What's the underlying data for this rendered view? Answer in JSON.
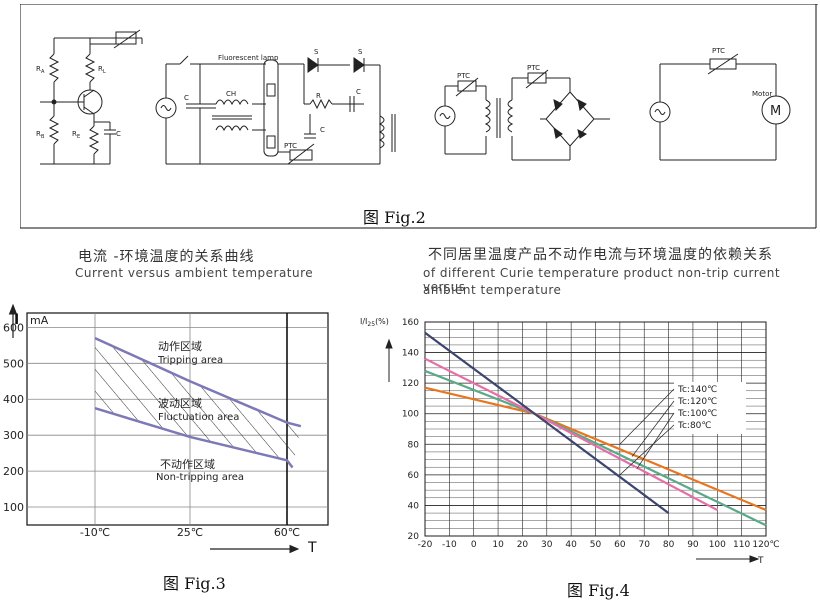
{
  "fig2": {
    "caption": "图 Fig.2",
    "circuit1": {
      "ra": "R",
      "ra_sub": "A",
      "rl": "R",
      "rl_sub": "L",
      "rb": "R",
      "rb_sub": "B",
      "re": "R",
      "re_sub": "E",
      "c": "C"
    },
    "circuit2": {
      "lamp": "Fluorescent lamp",
      "ch": "CH",
      "c_left": "C",
      "s1": "S",
      "s2": "S",
      "r": "R",
      "c_top": "C",
      "c_mid": "C",
      "ptc": "PTC"
    },
    "circuit3": {
      "ptc1": "PTC",
      "ptc2": "PTC"
    },
    "circuit4": {
      "ptc": "PTC",
      "motor_label": "Motor",
      "motor_symbol": "M"
    }
  },
  "fig3": {
    "title_zh": "电流 -环境温度的关系曲线",
    "title_en": "Current versus ambient temperature",
    "caption": "图 Fig.3",
    "y_axis_symbol": "I",
    "y_unit": "mA",
    "x_axis_symbol": "T",
    "regions": {
      "tripping_zh": "动作区域",
      "tripping_en": "Tripping area",
      "fluct_zh": "波动区域",
      "fluct_en": "Fluctuation area",
      "nontrip_zh": "不动作区域",
      "nontrip_en": "Non-tripping area"
    }
  },
  "fig4": {
    "title_zh": "不同居里温度产品不动作电流与环境温度的依赖关系",
    "title_en_1": "of different Curie temperature product non-trip current  versus",
    "title_en_2": "ambient temperature",
    "caption": "图 Fig.4",
    "y_axis_label": "I/I",
    "y_axis_label_sub": "25",
    "y_axis_label_tail": "(%)",
    "x_axis_symbol": "T"
  },
  "chart_data": [
    {
      "type": "area",
      "title": "电流 -环境温度的关系曲线",
      "subtitle": "Current versus ambient temperature",
      "xlabel": "T",
      "ylabel": "I mA",
      "x_ticks": [
        "-10℃",
        "25℃",
        "60℃"
      ],
      "y_ticks": [
        100,
        200,
        300,
        400,
        500,
        600
      ],
      "ylim": [
        50,
        640
      ],
      "grid": true,
      "series": [
        {
          "name": "Tripping area",
          "x": [
            -10,
            25,
            60,
            65
          ],
          "y": [
            570,
            450,
            335,
            325
          ]
        },
        {
          "name": "Non-tripping area",
          "x": [
            -10,
            25,
            60,
            62
          ],
          "y": [
            375,
            295,
            230,
            210
          ]
        }
      ],
      "annotations": [
        "动作区域 Tripping area",
        "波动区域 Fluctuation area",
        "不动作区域 Non-tripping area"
      ]
    },
    {
      "type": "line",
      "title": "不同居里温度产品不动作电流与环境温度的依赖关系",
      "subtitle": "of different Curie temperature product non-trip current  versus ambient temperature",
      "xlabel": "T",
      "ylabel": "I/I25(%)",
      "x_ticks": [
        "-20",
        "-10",
        "0",
        "10",
        "20",
        "30",
        "40",
        "50",
        "60",
        "70",
        "80",
        "90",
        "100",
        "110",
        "120℃"
      ],
      "xlim": [
        -20,
        120
      ],
      "ylim": [
        20,
        160
      ],
      "y_ticks": [
        20,
        40,
        60,
        80,
        100,
        120,
        140,
        160
      ],
      "grid": true,
      "legend_position": "right",
      "series": [
        {
          "name": "Tc:140℃",
          "x": [
            -20,
            25,
            120
          ],
          "y": [
            117,
            100,
            37
          ],
          "color": "#e8761e"
        },
        {
          "name": "Tc:120℃",
          "x": [
            -20,
            25,
            120
          ],
          "y": [
            128,
            100,
            27
          ],
          "color": "#5aaa88"
        },
        {
          "name": "Tc:100℃",
          "x": [
            -20,
            25,
            100
          ],
          "y": [
            136,
            100,
            37
          ],
          "color": "#e66fa7"
        },
        {
          "name": "Tc:80℃",
          "x": [
            -20,
            25,
            80
          ],
          "y": [
            153,
            100,
            35
          ],
          "color": "#3c456e"
        }
      ]
    }
  ]
}
